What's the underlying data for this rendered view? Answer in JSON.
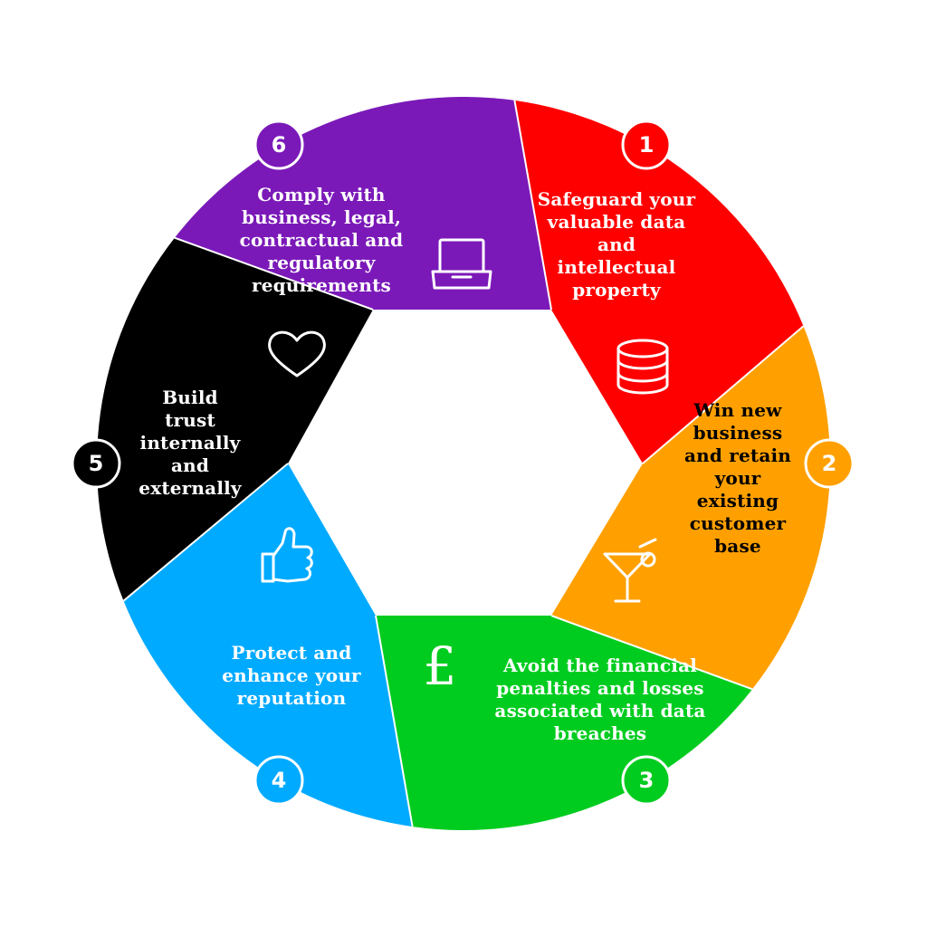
{
  "colors": {
    "segment_1": "#ff0000",
    "segment_2": "#ffa000",
    "segment_3": "#00cc1f",
    "segment_4": "#00aaff",
    "segment_5": "#000000",
    "segment_6": "#7b19b8",
    "background": "#ffffff"
  },
  "segments": [
    {
      "number": "1",
      "lines": [
        "Safeguard your",
        "valuable data",
        "and",
        "intellectual",
        "property"
      ],
      "text_color": "#ffffff",
      "icon": "database-icon"
    },
    {
      "number": "2",
      "lines": [
        "Win new",
        "business",
        "and retain",
        "your",
        "existing",
        "customer",
        "base"
      ],
      "text_color": "#000000",
      "icon": "cocktail-glass-icon"
    },
    {
      "number": "3",
      "lines": [
        "Avoid the financial",
        "penalties and losses",
        "associated with data",
        "breaches"
      ],
      "text_color": "#ffffff",
      "icon": "pound-sign-icon"
    },
    {
      "number": "4",
      "lines": [
        "Protect and",
        "enhance your",
        "reputation"
      ],
      "text_color": "#ffffff",
      "icon": "thumbs-up-icon"
    },
    {
      "number": "5",
      "lines": [
        "Build",
        "trust",
        "internally",
        "and",
        "externally"
      ],
      "text_color": "#ffffff",
      "icon": "heart-icon"
    },
    {
      "number": "6",
      "lines": [
        "Comply with",
        "business, legal,",
        "contractual and",
        "regulatory",
        "requirements"
      ],
      "text_color": "#ffffff",
      "icon": "laptop-icon"
    }
  ],
  "icons": {
    "pound_symbol": "£"
  }
}
